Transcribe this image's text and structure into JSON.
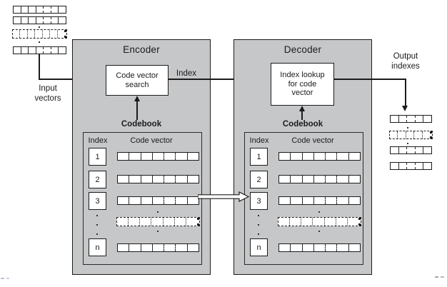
{
  "figure": {
    "input": {
      "label": "Input\nvectors"
    },
    "encoder": {
      "title": "Encoder",
      "process_label": "Code vector\nsearch",
      "codebook_label": "Codebook",
      "table": {
        "index_header": "Index",
        "vector_header": "Code vector",
        "row_indexes": [
          "1",
          "2",
          "3",
          "n"
        ]
      }
    },
    "index_link_label": "Index",
    "decoder": {
      "title": "Decoder",
      "process_label": "Index lookup\nfor code\nvector",
      "codebook_label": "Codebook",
      "table": {
        "index_header": "Index",
        "vector_header": "Code vector",
        "row_indexes": [
          "1",
          "2",
          "3",
          "n"
        ]
      }
    },
    "output": {
      "label": "Output\nindexes"
    }
  },
  "colors": {
    "panel_fill": "#c6c7c9",
    "line": "#1b1b1b",
    "box_fill": "#ffffff"
  }
}
